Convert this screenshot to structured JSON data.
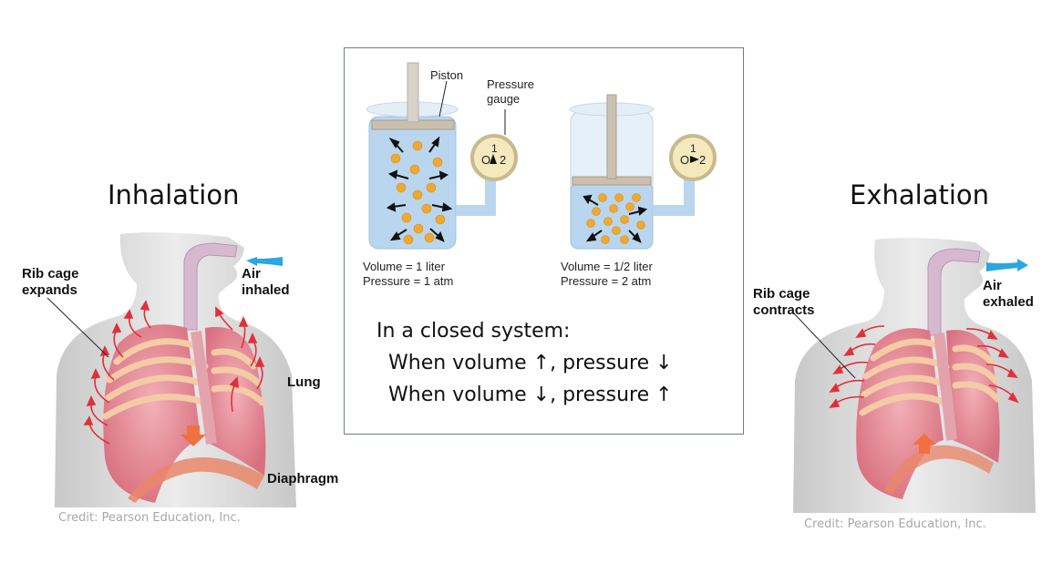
{
  "inhalation": {
    "title": "Inhalation",
    "labels": {
      "rib_cage_line1": "Rib cage",
      "rib_cage_line2": "expands",
      "air_line1": "Air",
      "air_line2": "inhaled",
      "lung": "Lung",
      "diaphragm": "Diaphragm"
    },
    "credit": "Credit: Pearson Education, Inc."
  },
  "exhalation": {
    "title": "Exhalation",
    "labels": {
      "rib_cage_line1": "Rib cage",
      "rib_cage_line2": "contracts",
      "air_line1": "Air",
      "air_line2": "exhaled"
    },
    "credit": "Credit: Pearson Education, Inc."
  },
  "boyles_law_panel": {
    "piston_label": "Piston",
    "gauge_label_line1": "Pressure",
    "gauge_label_line2": "gauge",
    "container_left": {
      "volume": "Volume = 1 liter",
      "pressure": "Pressure = 1 atm",
      "gauge_reading": "1",
      "gauge_marks": [
        "O",
        "1",
        "2"
      ]
    },
    "container_right": {
      "volume": "Volume = 1/2 liter",
      "pressure": "Pressure = 2 atm",
      "gauge_reading": "2",
      "gauge_marks": [
        "O",
        "1",
        "2"
      ]
    },
    "rule_heading": "In a closed system:",
    "rule_line1": "When volume ↑, pressure ↓",
    "rule_line2": "When volume ↓, pressure ↑"
  },
  "colors": {
    "air_arrow": "#2aa6e0",
    "expansion_arrow": "#e0303a",
    "lung_pink": "#e8919c",
    "rib": "#f2c9a0",
    "body_gray": "#d9d9d9",
    "gas_water": "#b9d6ee",
    "molecule": "#f0a830",
    "panel_border": "#6f7b8c"
  }
}
